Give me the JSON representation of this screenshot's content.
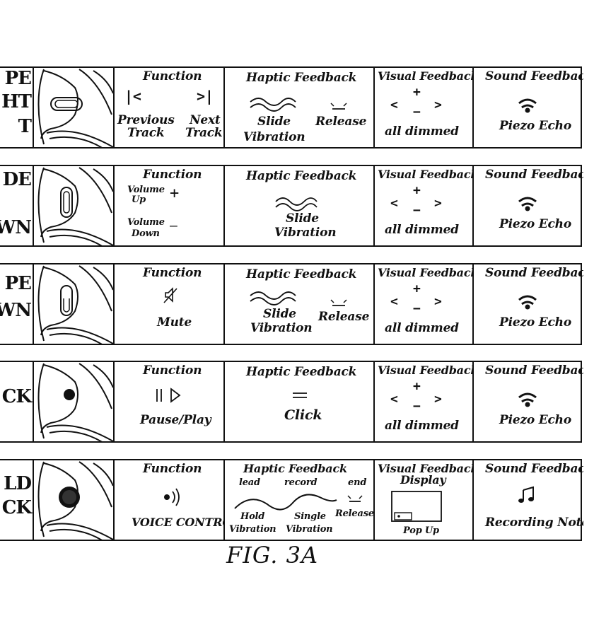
{
  "figure": {
    "caption": "FIG. 3A"
  },
  "rows": [
    {
      "gesture": [
        "PE",
        "HT",
        "T"
      ],
      "function": {
        "header": "Function",
        "prev_icon": "|<",
        "next_icon": ">|",
        "prev_label_1": "Previous",
        "prev_label_2": "Track",
        "next_label_1": "Next",
        "next_label_2": "Track"
      },
      "haptic": {
        "header": "Haptic Feedback",
        "label_1": "Slide",
        "label_2": "Vibration",
        "release": "Release"
      },
      "visual": {
        "header": "Visual Feedback",
        "plus": "+",
        "minus": "−",
        "left": "<",
        "right": ">",
        "label": "all dimmed"
      },
      "sound": {
        "header": "Sound Feedback",
        "label": "Piezo Echo"
      }
    },
    {
      "gesture": [
        "DE",
        "",
        "WN"
      ],
      "function": {
        "header": "Function",
        "up_1": "Volume",
        "up_2": "Up",
        "down_1": "Volume",
        "down_2": "Down",
        "plus": "+",
        "minus": "—"
      },
      "haptic": {
        "header": "Haptic Feedback",
        "label_1": "Slide",
        "label_2": "Vibration"
      },
      "visual": {
        "header": "Visual Feedback",
        "plus": "+",
        "minus": "−",
        "left": "<",
        "right": ">",
        "label": "all dimmed"
      },
      "sound": {
        "header": "Sound Feedback",
        "label": "Piezo Echo"
      }
    },
    {
      "gesture": [
        "PE",
        "WN"
      ],
      "function": {
        "header": "Function",
        "label": "Mute"
      },
      "haptic": {
        "header": "Haptic Feedback",
        "label_1": "Slide",
        "label_2": "Vibration",
        "release": "Release"
      },
      "visual": {
        "header": "Visual Feedback",
        "plus": "+",
        "minus": "−",
        "left": "<",
        "right": ">",
        "label": "all dimmed"
      },
      "sound": {
        "header": "Sound Feedback",
        "label": "Piezo Echo"
      }
    },
    {
      "gesture": [
        "CK"
      ],
      "function": {
        "header": "Function",
        "label": "Pause/Play"
      },
      "haptic": {
        "header": "Haptic Feedback",
        "label": "Click"
      },
      "visual": {
        "header": "Visual Feedback",
        "plus": "+",
        "minus": "−",
        "left": "<",
        "right": ">",
        "label": "all dimmed"
      },
      "sound": {
        "header": "Sound Feedback",
        "label": "Piezo Echo"
      }
    },
    {
      "gesture": [
        "LD",
        "CK"
      ],
      "function": {
        "header": "Function",
        "label": "VOICE CONTROL"
      },
      "haptic": {
        "header": "Haptic Feedback",
        "lead": "lead",
        "record": "record",
        "end": "end",
        "hold_1": "Hold",
        "hold_2": "Vibration",
        "single_1": "Single",
        "single_2": "Vibration",
        "release": "Release"
      },
      "visual": {
        "header_1": "Visual Feedback",
        "header_2": "Display",
        "label": "Pop Up"
      },
      "sound": {
        "header": "Sound Feedback",
        "label": "Recording Note"
      }
    }
  ],
  "icons": {
    "ear": "earbud-outline-icon",
    "swipe_horizontal": "horizontal-swipe-pill-icon",
    "swipe_vertical": "vertical-swipe-pill-icon",
    "tap": "tap-dot-icon",
    "hold": "hold-dot-icon",
    "speaker": "piezo-speaker-icon",
    "music_note": "music-note-icon",
    "mute": "mute-speaker-icon",
    "pause_play": "pause-play-icon",
    "voice": "voice-waves-icon"
  }
}
